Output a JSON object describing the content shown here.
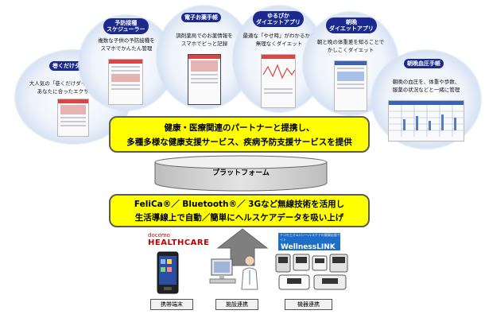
{
  "services": [
    {
      "title": "巻くだけダイエット",
      "description": [
        "大人気の「巻くだけダイエット」から",
        "あなたに合ったエクササイズを"
      ]
    },
    {
      "title": "予防接種スケジューラー",
      "title_lines": [
        "予防接種",
        "スケジューラー"
      ],
      "description": [
        "複数な子供の予防接種を",
        "スマホでかんたん管理"
      ]
    },
    {
      "title": "電子お薬手帳",
      "description": [
        "調剤薬局でのお薬情報を",
        "スマホでピっと記録"
      ]
    },
    {
      "title": "ゆるぴかダイエットアプリ",
      "title_lines": [
        "ゆるぴか",
        "ダイエットアプリ"
      ],
      "description": [
        "最適な「やせ時」がわかるから",
        "無理なくダイエット"
      ]
    },
    {
      "title": "朝晩ダイエットアプリ",
      "title_lines": [
        "朝晩",
        "ダイエットアプリ"
      ],
      "description": [
        "朝と晩の体重差を知ることで",
        "かしこくダイエット"
      ]
    },
    {
      "title": "朝晩血圧手帳",
      "description": [
        "朝晩の血圧を、体重や歩数、",
        "服薬の状況などと一緒に管理"
      ]
    }
  ],
  "partner_box": {
    "lines": [
      "健康・医療関連のパートナーと提携し、",
      "多種多様な健康支援サービス、疾病予防支援サービスを提供"
    ]
  },
  "platform": {
    "label": "プラットフォーム"
  },
  "tech_box": {
    "lines": [
      "FeliCa®／ Bluetooth®／ 3Gなど無線技術を活用し",
      "生活導線上で自動／簡単にヘルスケアデータを吸い上げ"
    ]
  },
  "logos": {
    "docomo_top": "docomo",
    "docomo_bottom": "HEALTHCARE",
    "wellness_small": "ドコモとオムロンヘルスケアの健康応援サイト",
    "wellness_big": "WellnessLINK"
  },
  "sources": [
    {
      "label": "携帯端末"
    },
    {
      "label": "施設連携"
    },
    {
      "label": "機器連携"
    }
  ],
  "colors": {
    "yellow": "#ffff00",
    "pill": "#1b2a8c",
    "highlight": "#c00000",
    "arrow": "#7f7f7f",
    "platform": "#cfcfcf"
  }
}
